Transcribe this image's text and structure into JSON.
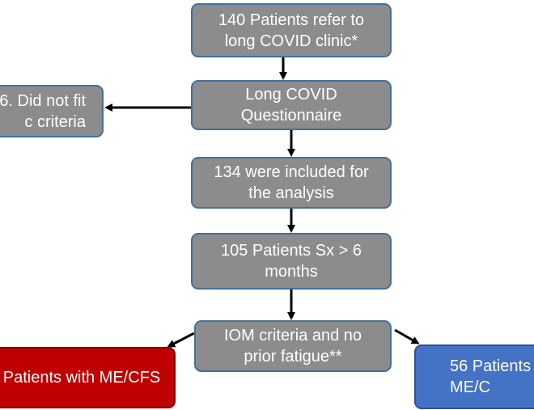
{
  "flowchart": {
    "refer": "140 Patients refer to\nlong COVID clinic*",
    "questionnaire": "Long COVID\nQuestionnaire",
    "excluded": "6. Did not fit\nc criteria",
    "included": "134 were included for\nthe analysis",
    "symptoms": "105 Patients Sx > 6\nmonths",
    "iom": "IOM criteria and no\nprior fatigue**",
    "mecfs": "Patients with ME/CFS",
    "not_mecfs": "56 Patients\nME/C"
  },
  "colors": {
    "process_fill": "#8c8c8c",
    "box_border": "#41719c",
    "mecfs_fill": "#c00000",
    "not_mecfs_fill": "#4472c4",
    "arrow": "#000000"
  }
}
